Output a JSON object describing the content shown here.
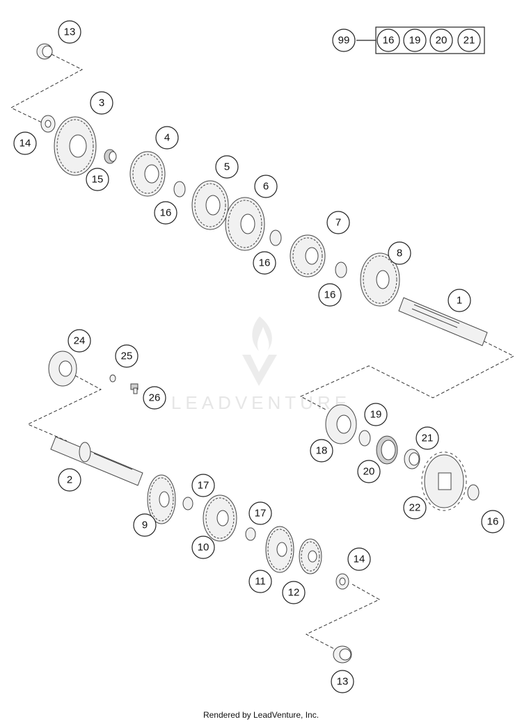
{
  "kit": {
    "label": "99",
    "contents": [
      "16",
      "19",
      "20",
      "21"
    ]
  },
  "watermark": {
    "brand": "LEADVENTURE"
  },
  "callouts": [
    "13",
    "14",
    "3",
    "15",
    "4",
    "16",
    "5",
    "6",
    "16",
    "7",
    "8",
    "16",
    "1",
    "24",
    "25",
    "26",
    "2",
    "9",
    "17",
    "10",
    "17",
    "11",
    "12",
    "14",
    "13",
    "18",
    "19",
    "20",
    "21",
    "22",
    "16"
  ],
  "footer": {
    "text": "Rendered by LeadVenture, Inc."
  },
  "colors": {
    "line": "#333333",
    "part_fill": "#f1f1f1",
    "watermark": "#e6e6e6"
  }
}
